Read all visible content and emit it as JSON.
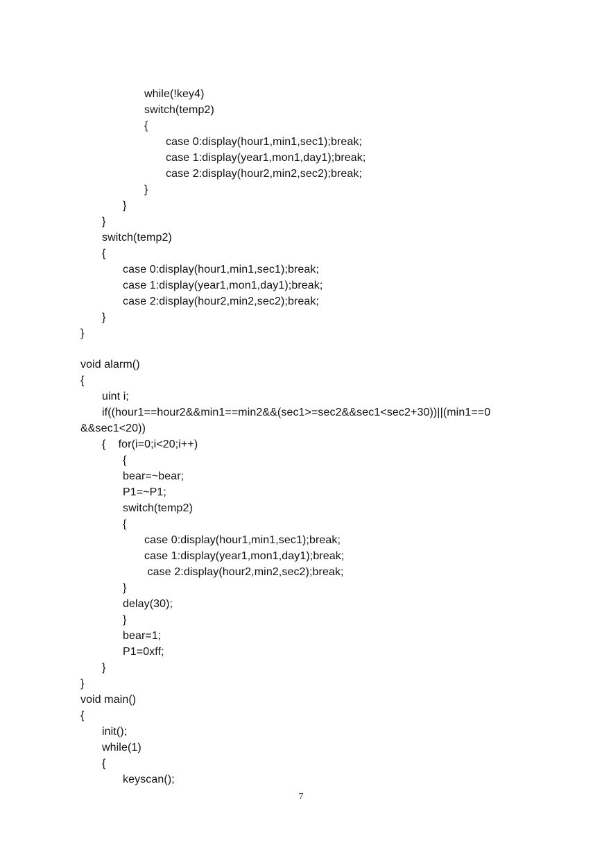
{
  "document": {
    "code_lines": [
      "while(!key4)",
      "switch(temp2)",
      "{",
      "case 0:display(hour1,min1,sec1);break;",
      "case 1:display(year1,mon1,day1);break;",
      "case 2:display(hour2,min2,sec2);break;",
      "}",
      "}",
      "}",
      "switch(temp2)",
      "{",
      "case 0:display(hour1,min1,sec1);break;",
      "case 1:display(year1,mon1,day1);break;",
      "case 2:display(hour2,min2,sec2);break;",
      "}",
      "}",
      "",
      "void alarm()",
      "{",
      "uint i;",
      "if((hour1==hour2&&min1==min2&&(sec1>=sec2&&sec1<sec2+30))||(min1==0",
      "&&sec1<20))",
      "{    for(i=0;i<20;i++)",
      "{",
      "bear=~bear;",
      "P1=~P1;",
      "switch(temp2)",
      "{",
      "case 0:display(hour1,min1,sec1);break;",
      "case 1:display(year1,mon1,day1);break;",
      " case 2:display(hour2,min2,sec2);break;",
      "}",
      "delay(30);",
      "}",
      "bear=1;",
      "P1=0xff;",
      "}",
      "}",
      "void main()",
      "{",
      "init();",
      "while(1)",
      "{",
      "keyscan();"
    ],
    "page_number": "7"
  }
}
